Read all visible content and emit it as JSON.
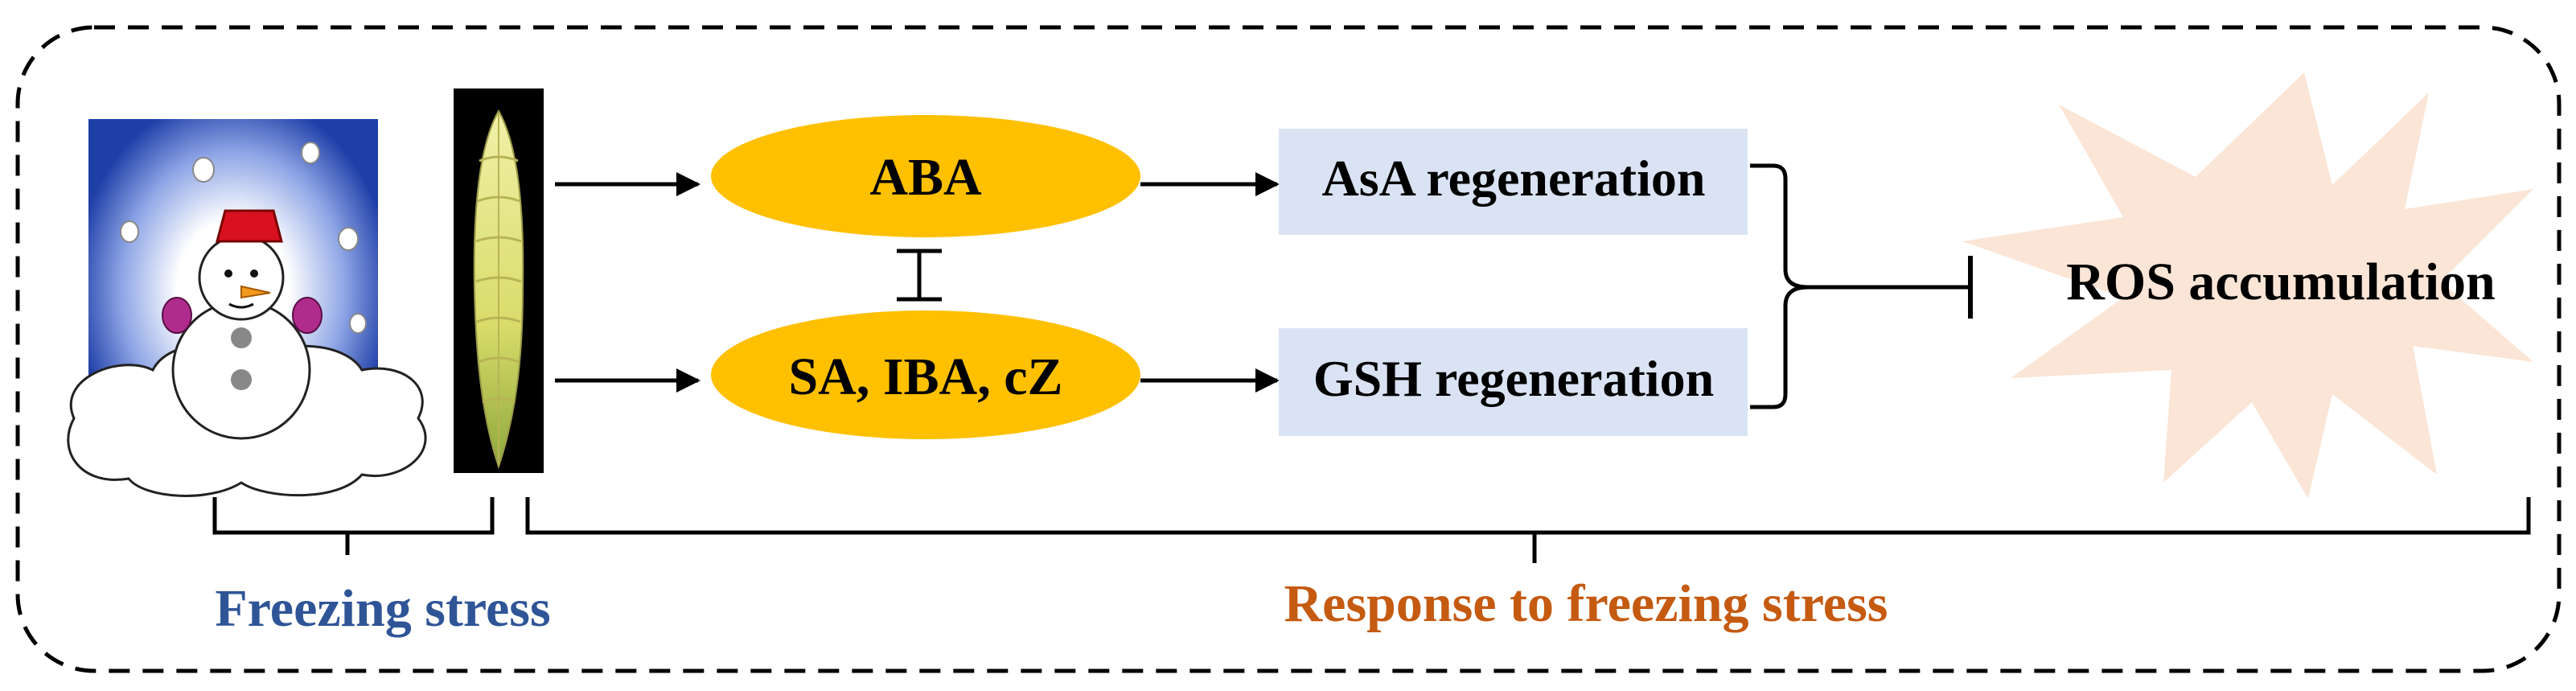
{
  "nodes": {
    "hormone_top": "ABA",
    "hormone_bottom": "SA, IBA, cZ",
    "regen_top": "AsA regeneration",
    "regen_bottom": "GSH regeneration",
    "ros": "ROS accumulation"
  },
  "labels": {
    "stress": "Freezing stress",
    "response": "Response to freezing stress"
  },
  "colors": {
    "ellipse_fill": "#FFC000",
    "regen_box_fill": "#DAE3F3",
    "ros_burst_fill": "#FBE5D6",
    "stress_label": "#2F5597",
    "response_label": "#C55A11",
    "snow_glow": "#1F3FA8",
    "wheat_spike": "#E3E27A",
    "line": "#000000"
  },
  "icons": {
    "snowman": "snowman-icon",
    "wheat": "wheat-spike-icon",
    "ros_burst": "burst-icon"
  }
}
